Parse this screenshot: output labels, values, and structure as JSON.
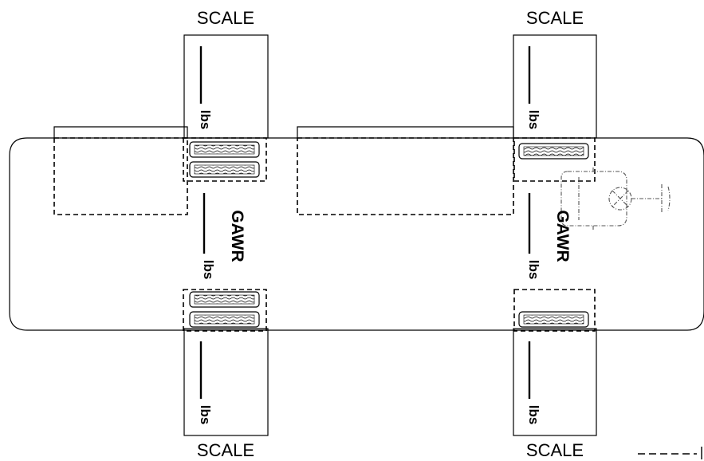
{
  "labels": {
    "scale": "SCALE",
    "unit": "lbs",
    "gawr": "GAWR"
  },
  "scales": [
    {
      "id": "rear-top",
      "label_position": "top"
    },
    {
      "id": "front-top",
      "label_position": "top"
    },
    {
      "id": "rear-bottom",
      "label_position": "bottom"
    },
    {
      "id": "front-bottom",
      "label_position": "bottom"
    }
  ],
  "axles": [
    {
      "id": "rear-axle",
      "tires_per_side": 2
    },
    {
      "id": "front-axle",
      "tires_per_side": 1
    }
  ],
  "legend": {
    "line_style": "dashed"
  },
  "colors": {
    "stroke": "#000000",
    "background": "#ffffff",
    "steering": "#555555"
  }
}
